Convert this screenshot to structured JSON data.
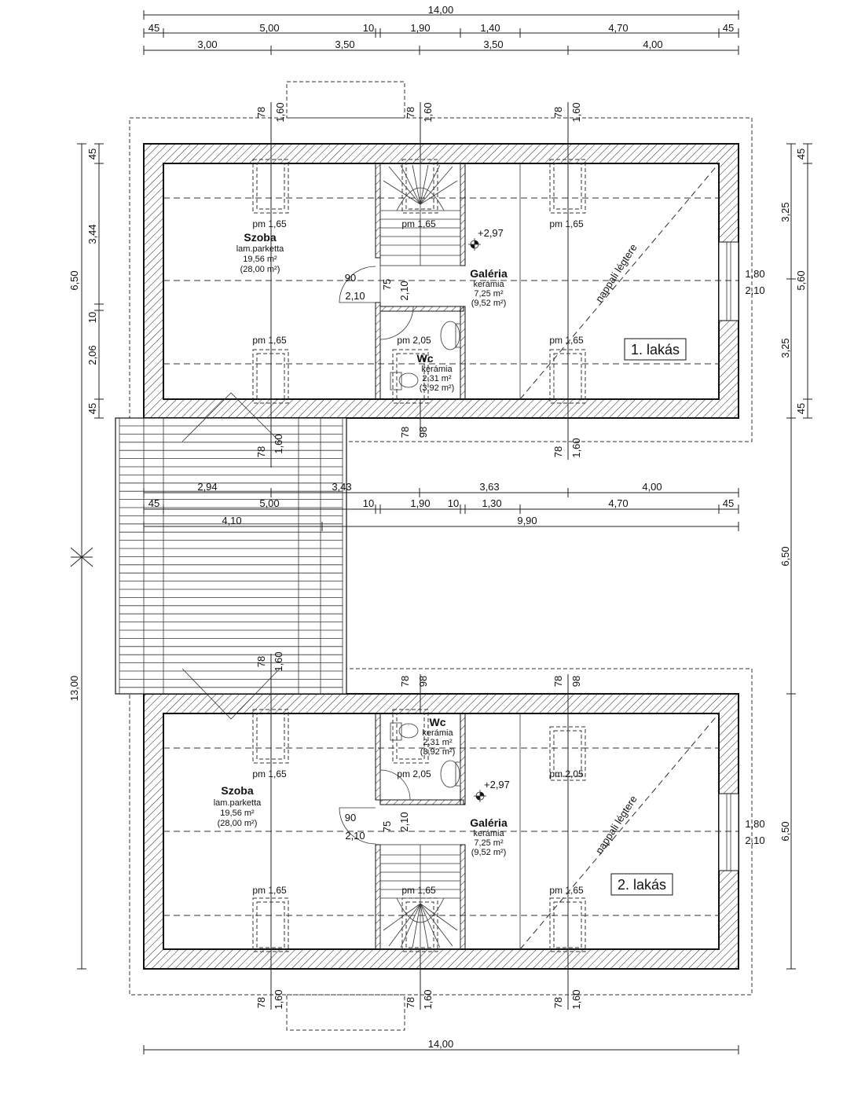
{
  "dims_top": {
    "overall": "14,00",
    "row1": [
      "45",
      "5,00",
      "10",
      "1,90",
      "1,40",
      "4,70",
      "45"
    ],
    "row2": [
      "3,00",
      "3,50",
      "3,50",
      "4,00"
    ]
  },
  "dims_mid": {
    "row1": [
      "2,94",
      "3,43",
      "3,63",
      "4,00"
    ],
    "row2": [
      "45",
      "5,00",
      "10",
      "1,90",
      "10",
      "1,30",
      "4,70",
      "45"
    ],
    "row3": [
      "4,10",
      "9,90"
    ]
  },
  "dims_bottom": {
    "overall": "14,00"
  },
  "dims_left": [
    "6,50",
    "45",
    "3,44",
    "10",
    "2,06",
    "45",
    "13,00"
  ],
  "dims_right": [
    "45",
    "3,25",
    "5,60",
    "3,25",
    "45",
    "6,50",
    "6,50"
  ],
  "opening_marks": {
    "a": "78",
    "b": "1,60",
    "c": "98",
    "d": "90",
    "e": "2,10",
    "f": "75",
    "g": "1,80"
  },
  "unit1": {
    "tag": "1. lakás",
    "room_szoba": {
      "name": "Szoba",
      "floor": "lam.parketta",
      "area": "19,56 m²",
      "area_gross": "(28,00 m²)"
    },
    "room_galeria": {
      "name": "Galéria",
      "floor": "kerámia",
      "area": "7,25 m²",
      "area_gross": "(9,52 m²)"
    },
    "room_wc": {
      "name": "Wc",
      "floor": "kerámia",
      "area": "2,31 m²",
      "area_gross": "(3,92 m²)"
    },
    "level": "+2,97",
    "airspace": "nappali légtere",
    "pm": [
      "pm 1,65",
      "pm 1,65",
      "pm 1,65",
      "pm 1,65",
      "pm 2,05",
      "pm 1,65"
    ]
  },
  "unit2": {
    "tag": "2. lakás",
    "room_szoba": {
      "name": "Szoba",
      "floor": "lam.parketta",
      "area": "19,56 m²",
      "area_gross": "(28,00 m²)"
    },
    "room_galeria": {
      "name": "Galéria",
      "floor": "kerámia",
      "area": "7,25 m²",
      "area_gross": "(9,52 m²)"
    },
    "room_wc": {
      "name": "Wc",
      "floor": "kerámia",
      "area": "2,31 m²",
      "area_gross": "(3,92 m²)"
    },
    "level": "+2,97",
    "airspace": "nappali légtere",
    "pm": [
      "pm 1,65",
      "pm 2,05",
      "pm 2,05",
      "pm 1,65",
      "pm 1,65",
      "pm 1,65"
    ]
  }
}
